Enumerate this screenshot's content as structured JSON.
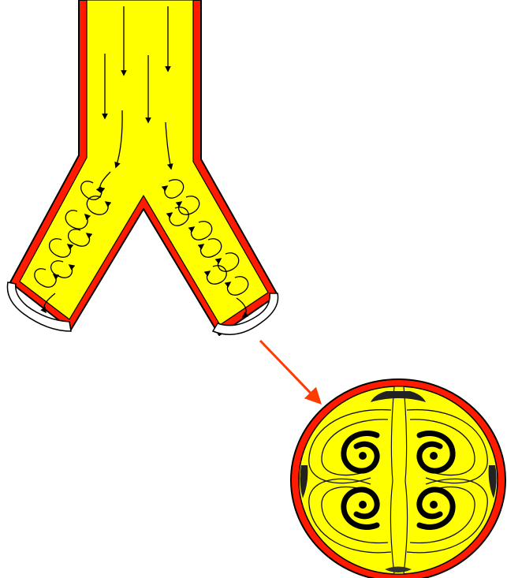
{
  "colors": {
    "background": "#ffffff",
    "fluid": "#ffff00",
    "wall": "#ff1a00",
    "outline": "#000000",
    "pointer_arrow": "#ff3b00",
    "vortex_ink": "#111111"
  },
  "diagram": {
    "subject": "bifurcating-vessel-flow",
    "parts": [
      "parent-vessel",
      "left-daughter-branch",
      "right-daughter-branch",
      "flow-direction-arrows",
      "helical-secondary-flow-arrows",
      "cross-section-callout-arrow",
      "cross-section-with-four-vortices"
    ]
  }
}
